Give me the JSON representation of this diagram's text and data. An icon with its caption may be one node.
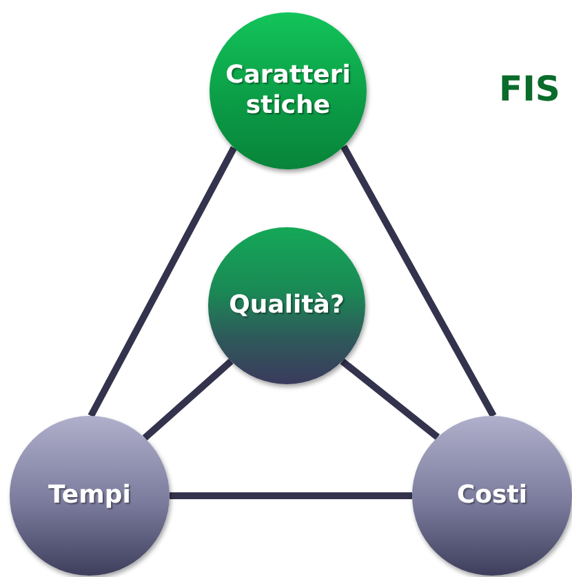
{
  "diagram": {
    "nodes": [
      {
        "text": [
          "Caratteri stiche"
        ]
      },
      {
        "text": [
          "Qualità?"
        ]
      },
      {
        "text": [
          "Tempi"
        ]
      },
      {
        "text": [
          "Costi"
        ]
      }
    ],
    "edges": [
      {
        "from": 0,
        "to": 2,
        "arrow": "none"
      },
      {
        "from": 0,
        "to": 3,
        "arrow": "none"
      },
      {
        "from": 1,
        "to": 2,
        "arrow": "none"
      },
      {
        "from": 1,
        "to": 3,
        "arrow": "none"
      },
      {
        "from": 2,
        "to": 3,
        "arrow": "none"
      }
    ],
    "labels": [
      "FIS"
    ]
  }
}
